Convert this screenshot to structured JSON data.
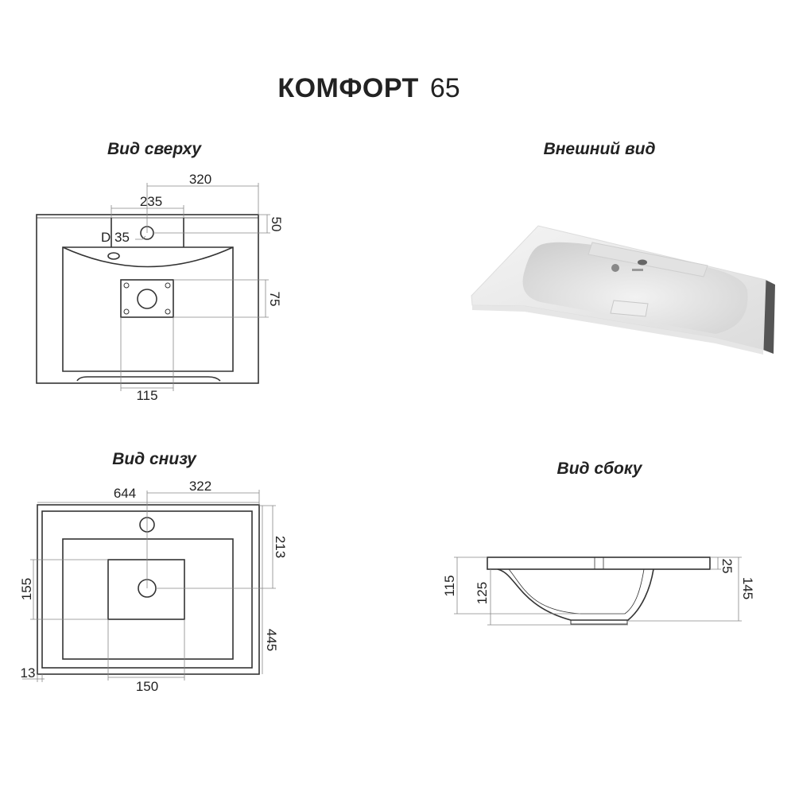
{
  "title": {
    "name": "КОМФОРТ",
    "size": "65"
  },
  "views": {
    "top": {
      "heading": "Вид сверху",
      "dims": {
        "d320": "320",
        "d235": "235",
        "d50": "50",
        "d75": "75",
        "d115": "115",
        "diameter": "D 35"
      }
    },
    "exterior": {
      "heading": "Внешний вид"
    },
    "bottom": {
      "heading": "Вид снизу",
      "dims": {
        "d644": "644",
        "d322": "322",
        "d213": "213",
        "d445": "445",
        "d155": "155",
        "d13": "13",
        "d150": "150"
      }
    },
    "side": {
      "heading": "Вид сбоку",
      "dims": {
        "d115": "115",
        "d125": "125",
        "d25": "25",
        "d145": "145"
      }
    }
  }
}
